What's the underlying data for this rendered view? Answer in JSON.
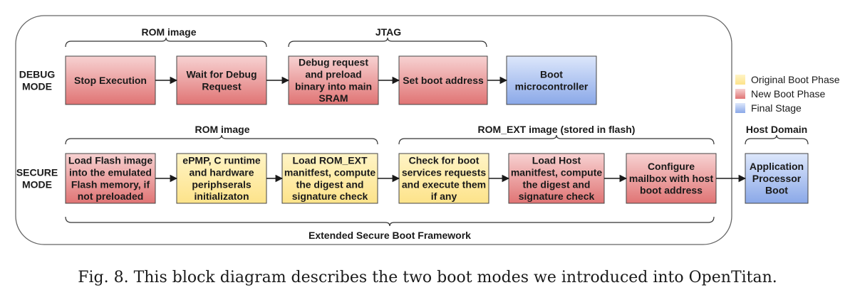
{
  "colors": {
    "original_fill": "#fde38a",
    "original_fill_light": "#fff4c6",
    "new_fill": "#e07474",
    "new_fill_light": "#f7d2d2",
    "final_fill": "#8aa8e8",
    "final_fill_light": "#dde7fb",
    "stroke": "#444444",
    "frame": "#666666"
  },
  "groups": {
    "rom_image_top": "ROM image",
    "jtag": "JTAG",
    "rom_image_bottom": "ROM image",
    "rom_ext": "ROM_EXT image (stored in flash)",
    "host_domain": "Host Domain",
    "framework": "Extended Secure Boot Framework"
  },
  "modes": {
    "debug": [
      "DEBUG",
      "MODE"
    ],
    "secure": [
      "SECURE",
      "MODE"
    ]
  },
  "debug_blocks": [
    {
      "id": "stop-execution",
      "phase": "new",
      "lines": [
        "Stop Execution"
      ]
    },
    {
      "id": "wait-debug-request",
      "phase": "new",
      "lines": [
        "Wait for Debug",
        "Request"
      ]
    },
    {
      "id": "debug-preload",
      "phase": "new",
      "lines": [
        "Debug request",
        "and preload",
        "binary into main",
        "SRAM"
      ]
    },
    {
      "id": "set-boot-address",
      "phase": "new",
      "lines": [
        "Set boot address"
      ]
    },
    {
      "id": "boot-microcontroller",
      "phase": "final",
      "lines": [
        "Boot",
        "microcontroller"
      ]
    }
  ],
  "secure_blocks": [
    {
      "id": "load-flash-image",
      "phase": "new",
      "lines": [
        "Load Flash image",
        "into the emulated",
        "Flash memory, if",
        "not preloaded"
      ]
    },
    {
      "id": "epmp-runtime",
      "phase": "original",
      "lines": [
        "ePMP, C runtime",
        "and hardware",
        "periphserals",
        "initializaton"
      ]
    },
    {
      "id": "load-rom-ext",
      "phase": "original",
      "lines": [
        "Load ROM_EXT",
        "manitfest, compute",
        "the digest and",
        "signature check"
      ]
    },
    {
      "id": "check-boot-services",
      "phase": "original",
      "lines": [
        "Check for boot",
        "services requests",
        "and execute them",
        "if any"
      ]
    },
    {
      "id": "load-host-manifest",
      "phase": "new",
      "lines": [
        "Load Host",
        "manitfest, compute",
        "the digest and",
        "signature check"
      ]
    },
    {
      "id": "configure-mailbox",
      "phase": "new",
      "lines": [
        "Configure",
        "mailbox with host",
        "boot address"
      ]
    }
  ],
  "host_block": {
    "id": "application-processor-boot",
    "phase": "final",
    "lines": [
      "Application",
      "Processor",
      "Boot"
    ]
  },
  "legend": [
    {
      "phase": "original",
      "label": "Original Boot Phase"
    },
    {
      "phase": "new",
      "label": "New Boot Phase"
    },
    {
      "phase": "final",
      "label": "Final Stage"
    }
  ],
  "caption": "Fig. 8.  This block diagram describes the two boot modes we introduced into OpenTitan."
}
